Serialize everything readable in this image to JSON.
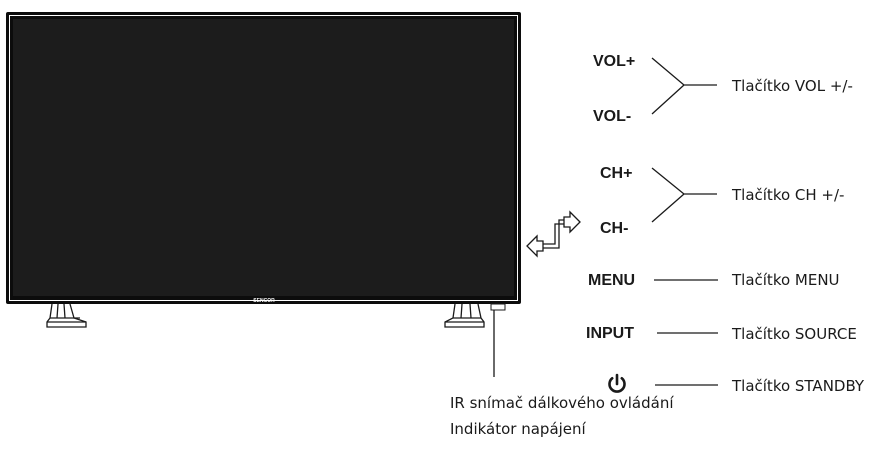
{
  "tv": {
    "brand": "SENCOR"
  },
  "buttons": {
    "vol_plus": "VOL+",
    "vol_minus": "VOL-",
    "ch_plus": "CH+",
    "ch_minus": "CH-",
    "menu": "MENU",
    "input": "INPUT",
    "standby_icon": "power-icon"
  },
  "descriptions": {
    "vol": "Tlačítko VOL +/-",
    "ch": "Tlačítko CH +/-",
    "menu": "Tlačítko MENU",
    "source": "Tlačítko SOURCE",
    "standby": "Tlačítko STANDBY"
  },
  "ir": {
    "line1": "IR snímač dálkového ovládání",
    "line2": "Indikátor napájení"
  },
  "colors": {
    "screen": "#1c1c1c",
    "frame": "#0c0c0c",
    "ink": "#1a1a1a",
    "background": "#ffffff"
  }
}
